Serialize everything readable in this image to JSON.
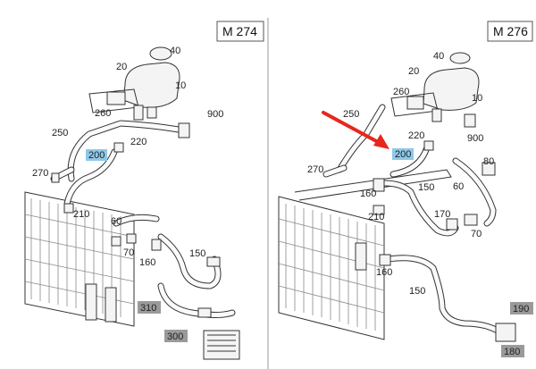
{
  "panels": [
    {
      "engine": "M 274",
      "labels": {
        "p40": "40",
        "p20": "20",
        "p10": "10",
        "p260": "260",
        "p900": "900",
        "p250": "250",
        "p220": "220",
        "p200": "200",
        "p270": "270",
        "p210": "210",
        "p60": "60",
        "p70": "70",
        "p160": "160",
        "p150": "150",
        "p310": "310",
        "p300": "300"
      }
    },
    {
      "engine": "M 276",
      "labels": {
        "p40": "40",
        "p20": "20",
        "p260": "260",
        "p10": "10",
        "p250": "250",
        "p220": "220",
        "p900": "900",
        "p200": "200",
        "p270": "270",
        "p80": "80",
        "p160a": "160",
        "p150a": "150",
        "p60": "60",
        "p210": "210",
        "p170": "170",
        "p70": "70",
        "p160b": "160",
        "p150b": "150",
        "p190": "190",
        "p180": "180"
      }
    }
  ],
  "colors": {
    "highlight_blue": "#8ec8e8",
    "highlight_gray": "#9a9a9a",
    "arrow_red": "#e8261b",
    "divider": "#999999"
  },
  "arrow": {
    "icon": "red-arrow-icon",
    "points_to": "200"
  }
}
